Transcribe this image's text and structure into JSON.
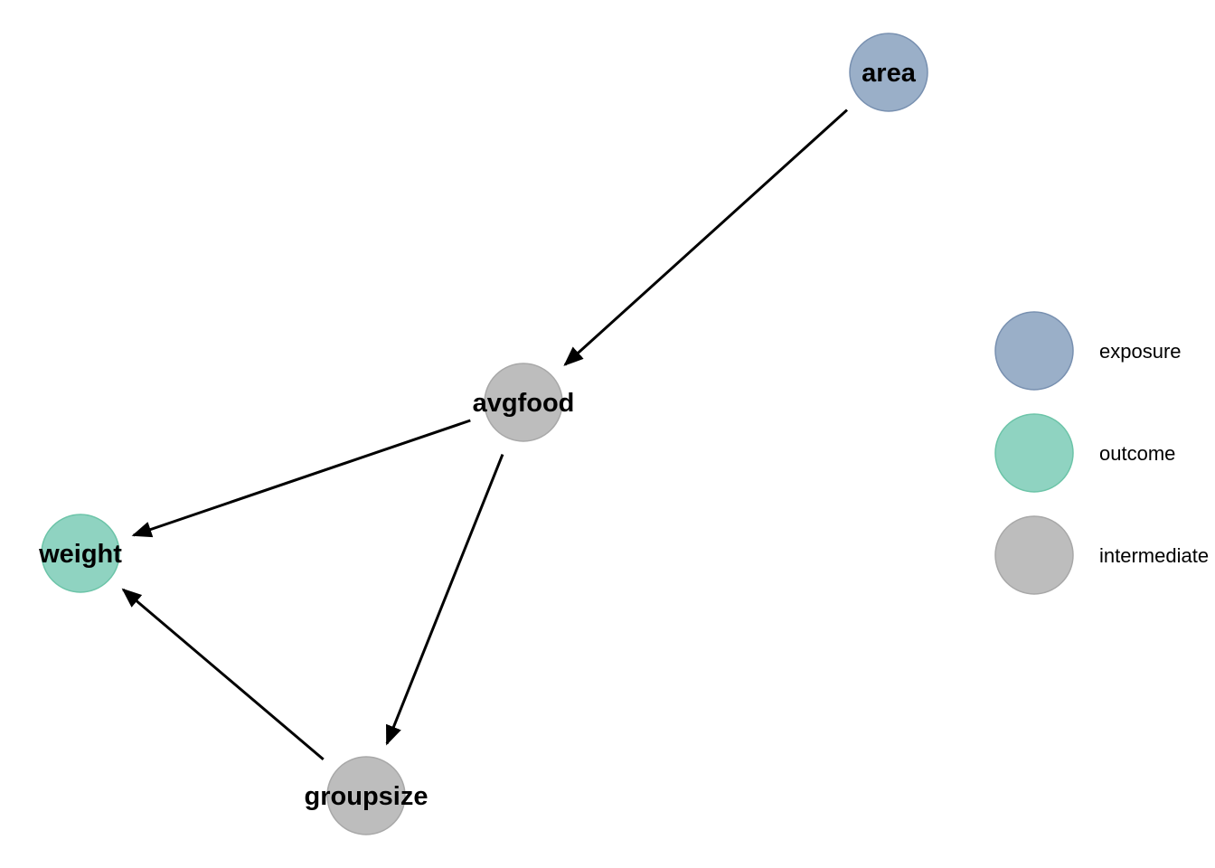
{
  "diagram": {
    "nodes": [
      {
        "id": "area",
        "label": "area",
        "status": "exposure"
      },
      {
        "id": "avgfood",
        "label": "avgfood",
        "status": "intermediate"
      },
      {
        "id": "weight",
        "label": "weight",
        "status": "outcome"
      },
      {
        "id": "groupsize",
        "label": "groupsize",
        "status": "intermediate"
      }
    ],
    "edges": [
      {
        "from": "area",
        "to": "avgfood"
      },
      {
        "from": "avgfood",
        "to": "weight"
      },
      {
        "from": "avgfood",
        "to": "groupsize"
      },
      {
        "from": "groupsize",
        "to": "weight"
      }
    ]
  },
  "legend": {
    "items": [
      {
        "status": "exposure",
        "label": "exposure"
      },
      {
        "status": "outcome",
        "label": "outcome"
      },
      {
        "status": "intermediate",
        "label": "intermediate"
      }
    ]
  },
  "colors": {
    "exposure": {
      "fill": "#9aafc8",
      "stroke": "#7890b0"
    },
    "outcome": {
      "fill": "#8fd3c1",
      "stroke": "#6cc4a8"
    },
    "intermediate": {
      "fill": "#bdbdbd",
      "stroke": "#a8a8a8"
    },
    "edge": "#000000"
  }
}
